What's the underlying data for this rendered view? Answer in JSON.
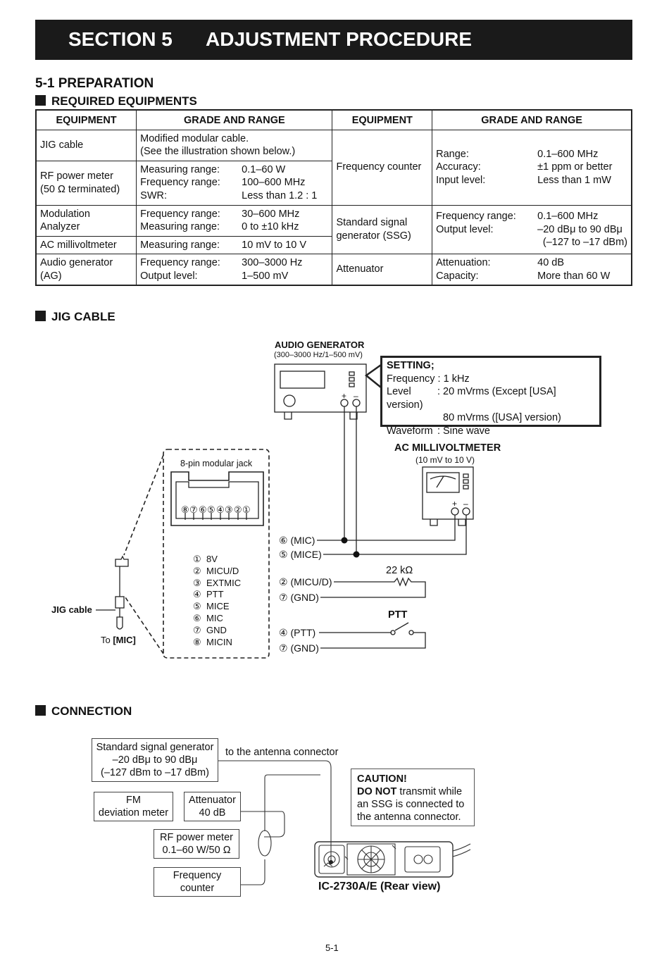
{
  "header": {
    "section": "SECTION 5",
    "title": "ADJUSTMENT PROCEDURE"
  },
  "preparation": {
    "heading": "5-1 PREPARATION",
    "sub": "REQUIRED EQUIPMENTS"
  },
  "table": {
    "headers": [
      "EQUIPMENT",
      "GRADE AND RANGE",
      "EQUIPMENT",
      "GRADE AND RANGE"
    ],
    "left": {
      "jig_name": "JIG cable",
      "jig_desc1": "Modified modular cable.",
      "jig_desc2": "(See the illustration shown below.)",
      "rf_name1": "RF power meter",
      "rf_name2": "(50 Ω terminated)",
      "rf_k1": "Measuring range:",
      "rf_v1": "0.1–60 W",
      "rf_k2": "Frequency range:",
      "rf_v2": "100–600 MHz",
      "rf_k3": "SWR:",
      "rf_v3": "Less than 1.2 : 1",
      "mod_name1": "Modulation",
      "mod_name2": "Analyzer",
      "mod_k1": "Frequency range:",
      "mod_v1": "30–600 MHz",
      "mod_k2": "Measuring range:",
      "mod_v2": "0 to ±10 kHz",
      "ac_name": "AC millivoltmeter",
      "ac_k1": "Measuring range:",
      "ac_v1": "10 mV to 10 V",
      "ag_name1": "Audio generator",
      "ag_name2": "(AG)",
      "ag_k1": "Frequency range:",
      "ag_v1": "300–3000 Hz",
      "ag_k2": "Output level:",
      "ag_v2": "1–500 mV"
    },
    "right": {
      "fc_name": "Frequency counter",
      "fc_k1": "Range:",
      "fc_v1": "0.1–600 MHz",
      "fc_k2": "Accuracy:",
      "fc_v2": "±1 ppm or better",
      "fc_k3": "Input level:",
      "fc_v3": "Less than 1 mW",
      "ssg_name1": "Standard signal",
      "ssg_name2": "generator (SSG)",
      "ssg_k1": "Frequency range:",
      "ssg_v1": "0.1–600 MHz",
      "ssg_k2": "Output level:",
      "ssg_v2": "–20 dBμ to 90 dBμ",
      "ssg_v3": "(–127 to –17 dBm)",
      "att_name": "Attenuator",
      "att_k1": "Attenuation:",
      "att_v1": "40 dB",
      "att_k2": "Capacity:",
      "att_v2": "More than 60 W"
    }
  },
  "jig": {
    "heading": "JIG CABLE",
    "ag_title": "AUDIO GENERATOR",
    "ag_range": "(300–3000 Hz/1–500 mV)",
    "setting_title": "SETTING;",
    "setting_freq_k": "Frequency :",
    "setting_freq_v": "1 kHz",
    "setting_level_k": "Level",
    "setting_level_v1": ": 20 mVrms (Except [USA] version)",
    "setting_level_v2": "80 mVrms ([USA] version)",
    "setting_wave_k": "Waveform",
    "setting_wave_v": ": Sine wave",
    "acm_title": "AC MILLIVOLTMETER",
    "acm_range": "(10 mV to 10 V)",
    "plus": "+",
    "minus": "–",
    "jack_label": "8-pin modular jack",
    "pin_numbers": [
      "⑧",
      "⑦",
      "⑥",
      "⑤",
      "④",
      "③",
      "②",
      "①"
    ],
    "pins": [
      {
        "num": "①",
        "name": "8V"
      },
      {
        "num": "②",
        "name": "MICU/D"
      },
      {
        "num": "③",
        "name": "EXTMIC"
      },
      {
        "num": "④",
        "name": "PTT"
      },
      {
        "num": "⑤",
        "name": "MICE"
      },
      {
        "num": "⑥",
        "name": "MIC"
      },
      {
        "num": "⑦",
        "name": "GND"
      },
      {
        "num": "⑧",
        "name": "MICIN"
      }
    ],
    "wires": [
      "⑥ (MIC)",
      "⑤ (MICE)",
      "② (MICU/D)",
      "⑦ (GND)",
      "④ (PTT)",
      "⑦ (GND)"
    ],
    "resistor": "22 kΩ",
    "ptt": "PTT",
    "jig_label": "JIG cable",
    "to_mic_prefix": "To ",
    "to_mic_bold": "[MIC]"
  },
  "connection": {
    "heading": "CONNECTION",
    "ssg1": "Standard signal generator",
    "ssg2": "–20 dBμ to 90 dBμ",
    "ssg3": "(–127 dBm to –17 dBm)",
    "antenna": "to the antenna connector",
    "fm1": "FM",
    "fm2": "deviation meter",
    "att1": "Attenuator",
    "att2": "40 dB",
    "rfm1": "RF power meter",
    "rfm2": "0.1–60 W/50 Ω",
    "fc1": "Frequency",
    "fc2": "counter",
    "caution_title": "CAUTION!",
    "caution_bold": "DO NOT",
    "caution_rest1": " transmit while",
    "caution_rest2": "an SSG is connected to",
    "caution_rest3": "the antenna connector.",
    "radio_label": "IC-2730A/E (Rear view)"
  },
  "footer": {
    "page": "5-1"
  }
}
